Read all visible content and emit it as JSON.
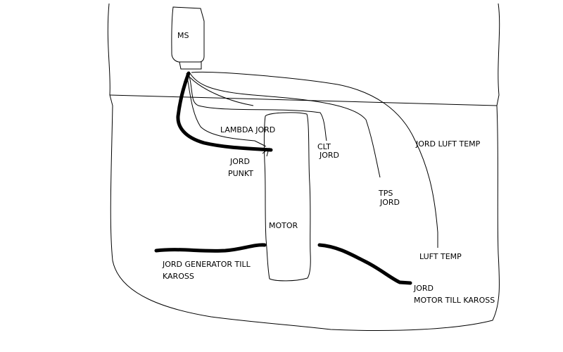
{
  "colors": {
    "background": "#ffffff",
    "ink": "#000000"
  },
  "labels": {
    "ms": "MS",
    "lambda_jord": "LAMBDA JORD",
    "clt_line1": "CLT",
    "clt_line2": "JORD",
    "jord_luft_temp": "JORD LUFT TEMP",
    "jord_punkt_line1": "JORD",
    "jord_punkt_line2": "PUNKT",
    "tps_line1": "TPS",
    "tps_line2": "JORD",
    "motor": "MOTOR",
    "luft_temp": "LUFT TEMP",
    "generator_line1": "JORD GENERATOR TILL",
    "generator_line2": "KAROSS",
    "motor_kaross_line1": "JORD",
    "motor_kaross_line2": "MOTOR TILL KAROSS"
  }
}
